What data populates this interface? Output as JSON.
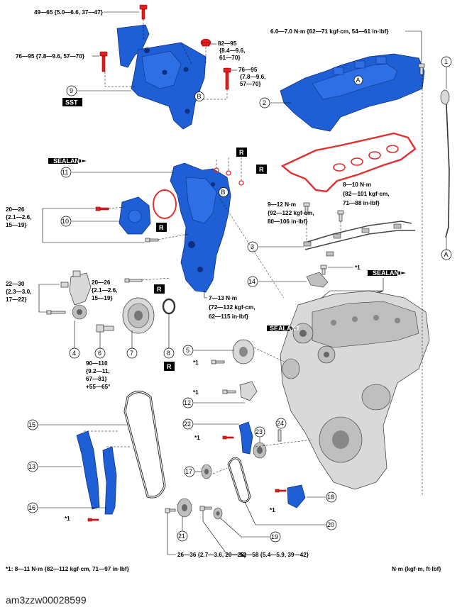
{
  "diagram": {
    "torque_specs": {
      "t9_top": "49—65 {5.0—6.6, 37—47}",
      "t9_left": "76—95 {7.8—9.6, 57—70}",
      "t9_right_top": [
        "82—95",
        "{8.4—9.6,",
        "61—70}"
      ],
      "t9_right_bottom": [
        "76—95",
        "{7.8—9.6,",
        "57—70}"
      ],
      "t2": "6.0—7.0 N·m {62—71 kgf·cm, 54—61 in·lbf}",
      "t3_right": [
        "8—10 N·m",
        "{82—101 kgf·cm,",
        "71—88 in·lbf}"
      ],
      "t3_left": [
        "9—12 N·m",
        "{92—122 kgf·cm,",
        "80—106 in·lbf}"
      ],
      "t10": [
        "20—26",
        "{2.1—2.6,",
        "15—19}"
      ],
      "t4": [
        "22—30",
        "{2.3—3.0,",
        "17—22}"
      ],
      "t7": [
        "20—26",
        "{2.1—2.6,",
        "15—19}"
      ],
      "t11": [
        "7—13 N·m",
        "{72—132 kgf·cm,",
        "62—115 in·lbf}"
      ],
      "t6": [
        "90—110",
        "{9.2—11,",
        "67—81}",
        "+55—65°"
      ],
      "t21": "26—36 {2.7—3.6, 20—26}",
      "t19": "52—58 {5.4—5.9, 39—42}"
    },
    "footnote": "*1: 8—11 N·m {82—112 kgf·cm, 71—97 in·lbf}",
    "unit_legend": "N·m {kgf·m, ft·lbf}",
    "marker_1": "*1",
    "part_numbers": [
      "1",
      "2",
      "3",
      "4",
      "5",
      "6",
      "7",
      "8",
      "9",
      "10",
      "11",
      "12",
      "13",
      "14",
      "15",
      "16",
      "17",
      "18",
      "19",
      "20",
      "21",
      "22",
      "23",
      "24"
    ],
    "labels": {
      "sst": "SST",
      "replace": "R",
      "sealant": "SEALANT",
      "ref_a": "A",
      "ref_b": "B"
    },
    "image_code": "am3zzw00028599"
  }
}
